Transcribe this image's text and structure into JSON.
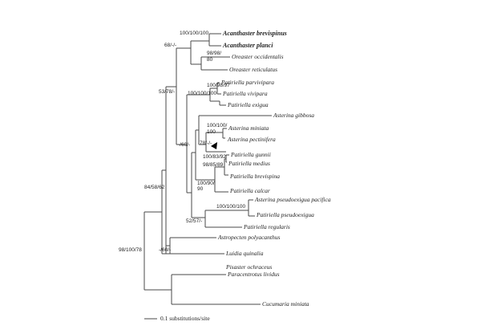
{
  "taxa": {
    "t1": "Acanthaster brevispinus",
    "t2": "Acanthaster planci",
    "t3": "Oreaster occidentalis",
    "t4": "Oreaster reticulatus",
    "t5": "Patiriella parvivipara",
    "t6": "Patiriella vivipara",
    "t7": "Patiriella exigua",
    "t8": "Asterina gibbosa",
    "t9": "Asterina miniata",
    "t10": "Asterina pectinifera",
    "t11": "Patiriella gunnii",
    "t12": "Patiriella medius",
    "t13": "Patiriella brevispina",
    "t14": "Patiriella calcar",
    "t15": "Asterina pseudoexigua pacifica",
    "t16": "Patiriella pseudoexigua",
    "t17": "Patiriella regularis",
    "t18": "Astropecten polyacanthus",
    "t19": "Luidia quinalia",
    "t20": "Pisaster ochraceus",
    "t21": "Paracentrotus lividus",
    "t22": "Cucumaria miniata"
  },
  "support": {
    "acanthaster": "100/100/100",
    "oreasteridae_clade": "68/-/-",
    "oreaster_a": "98/98/",
    "oreaster_b": "80",
    "asterinid_clade": "53/78/-",
    "parvivipara_group": "100/98/97",
    "vivipara_exigua": "100/100/100",
    "inner_asterinid": "-/60/-",
    "miniata_a": "100/100/",
    "miniata_b": "100",
    "pectinifera_node": "78/-/-",
    "gunnii_medius": "100/83/92",
    "gunnii_brevispina": "98/85/89",
    "calcar_a": "100/90/",
    "calcar_b": "90",
    "pseudoexigua": "100/100/100",
    "regularis_node": "52/57/-",
    "asteroid_clade": "84/58/62",
    "paxillosida": "-/60/-",
    "root_echinoderm": "98/100/78"
  },
  "scale_bar": {
    "label": "0.1 substitutions/site"
  }
}
